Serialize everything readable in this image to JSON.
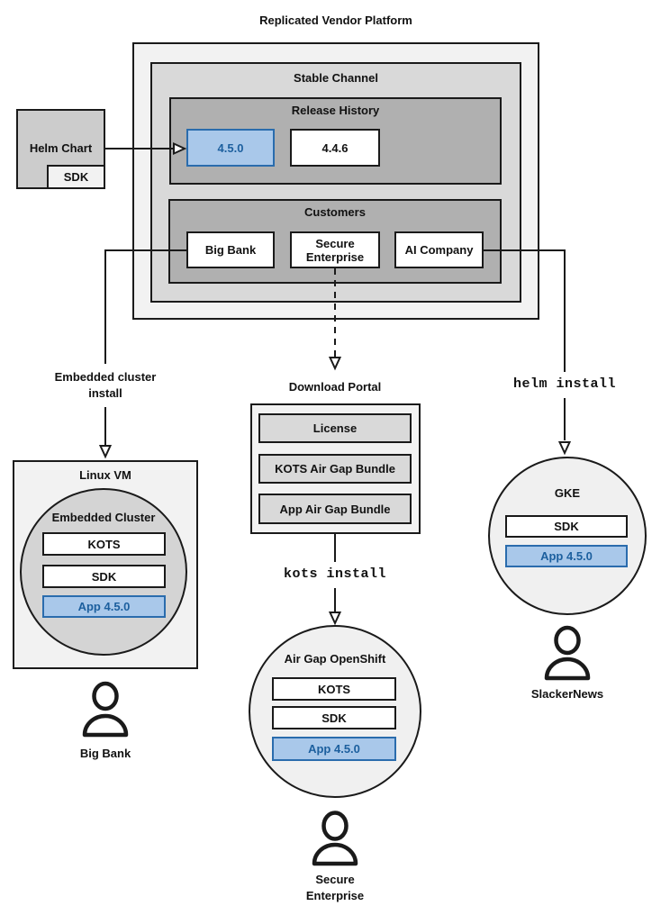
{
  "diagram": {
    "title": "Replicated Vendor Platform",
    "stable_channel": {
      "title": "Stable Channel"
    },
    "release_history": {
      "title": "Release History",
      "releases": [
        {
          "label": "4.5.0",
          "highlighted": true
        },
        {
          "label": "4.4.6",
          "highlighted": false
        }
      ]
    },
    "customers": {
      "title": "Customers",
      "items": [
        {
          "label": "Big Bank"
        },
        {
          "label": "Secure Enterprise"
        },
        {
          "label": "AI Company"
        }
      ]
    },
    "helm_chart": {
      "title": "Helm Chart",
      "sdk_label": "SDK"
    },
    "flows": {
      "embedded_install_label": "Embedded cluster install",
      "helm_install_cmd": "helm install",
      "kots_install_cmd": "kots install"
    },
    "download_portal": {
      "title": "Download Portal",
      "items": [
        {
          "label": "License"
        },
        {
          "label": "KOTS Air Gap Bundle"
        },
        {
          "label": "App Air Gap Bundle"
        }
      ]
    },
    "linux_vm": {
      "title": "Linux VM",
      "cluster": {
        "title": "Embedded Cluster",
        "items": [
          {
            "label": "KOTS",
            "highlighted": false
          },
          {
            "label": "SDK",
            "highlighted": false
          },
          {
            "label": "App 4.5.0",
            "highlighted": true
          }
        ]
      }
    },
    "gke": {
      "title": "GKE",
      "items": [
        {
          "label": "SDK",
          "highlighted": false
        },
        {
          "label": "App 4.5.0",
          "highlighted": true
        }
      ]
    },
    "openshift": {
      "title": "Air Gap OpenShift",
      "items": [
        {
          "label": "KOTS",
          "highlighted": false
        },
        {
          "label": "SDK",
          "highlighted": false
        },
        {
          "label": "App 4.5.0",
          "highlighted": true
        }
      ]
    },
    "users": [
      {
        "name": "Big Bank"
      },
      {
        "name": "Secure Enterprise"
      },
      {
        "name": "SlackerNews"
      }
    ],
    "colors": {
      "platform_fill": "#f2f2f2",
      "channel_fill": "#d9d9d9",
      "group_fill": "#b0b0b0",
      "helm_fill": "#cccccc",
      "cluster_circle_fill": "#d4d4d4",
      "runtime_circle_fill": "#f0f0f0",
      "highlight_fill": "#a9c8ea",
      "highlight_border": "#2a6cad",
      "highlight_text": "#1c5f9e",
      "line_color": "#1a1a1a"
    }
  }
}
